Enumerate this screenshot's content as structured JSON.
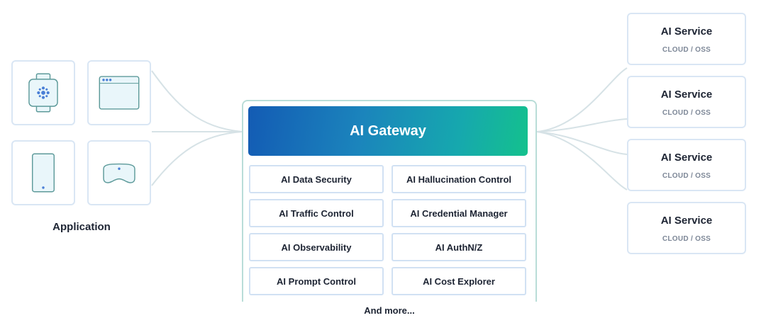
{
  "application": {
    "label": "Application",
    "devices": [
      {
        "name": "smartwatch",
        "icon": "smartwatch-icon"
      },
      {
        "name": "browser",
        "icon": "browser-window-icon"
      },
      {
        "name": "phone",
        "icon": "smartphone-icon"
      },
      {
        "name": "vr-headset",
        "icon": "vr-headset-icon"
      }
    ]
  },
  "gateway": {
    "title": "AI Gateway",
    "features": [
      "AI Data Security",
      "AI Hallucination Control",
      "AI Traffic Control",
      "AI Credential Manager",
      "AI Observability",
      "AI AuthN/Z",
      "AI Prompt Control",
      "AI Cost Explorer"
    ],
    "more": "And more..."
  },
  "services": [
    {
      "title": "AI Service",
      "subtitle": "CLOUD / OSS"
    },
    {
      "title": "AI Service",
      "subtitle": "CLOUD / OSS"
    },
    {
      "title": "AI Service",
      "subtitle": "CLOUD / OSS"
    },
    {
      "title": "AI Service",
      "subtitle": "CLOUD / OSS"
    }
  ],
  "colors": {
    "gateway_gradient_start": "#135bb4",
    "gateway_gradient_end": "#14c18d",
    "tile_border": "#d9e6f4",
    "icon_stroke": "#5d9a9a",
    "icon_fill": "#e9f6fa",
    "icon_accent": "#4a7fd6"
  }
}
